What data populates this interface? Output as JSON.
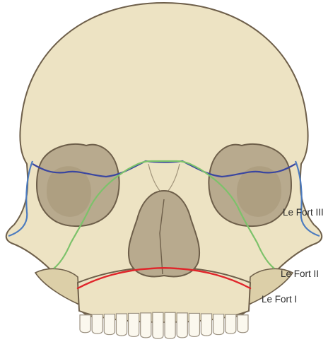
{
  "labels": {
    "le_fort_iii": "Le Fort III",
    "le_fort_ii": "Le Fort II",
    "le_fort_i": "Le Fort I"
  },
  "colors": {
    "bone": "#ede3c3",
    "bone_shadow": "#dccfa8",
    "orbit": "#b8aa8e",
    "orbit_deep": "#a59577",
    "outline": "#6e5f4a",
    "le_fort_i": "#e0262b",
    "le_fort_ii": "#7cc26a",
    "le_fort_iii": "#3a46a0",
    "lateral_line": "#4c7bbf"
  }
}
